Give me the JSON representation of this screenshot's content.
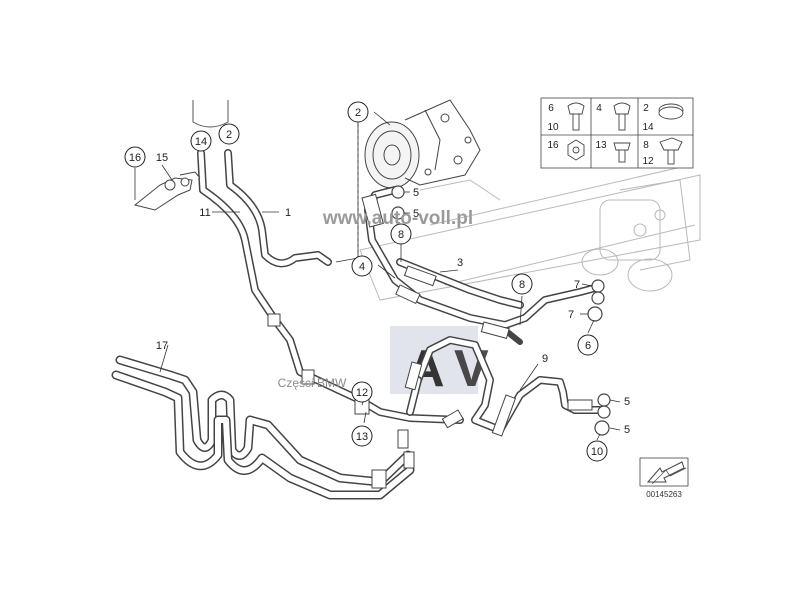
{
  "diagram": {
    "callouts": {
      "c1": "1",
      "c2a": "2",
      "c2b": "2",
      "c3": "3",
      "c4": "4",
      "c5a": "5",
      "c5b": "5",
      "c5c": "5",
      "c5d": "5",
      "c6": "6",
      "c7a": "7",
      "c7b": "7",
      "c8a": "8",
      "c8b": "8",
      "c9": "9",
      "c10": "10",
      "c11": "11",
      "c12": "12",
      "c13": "13",
      "c14": "14",
      "c15": "15",
      "c16": "16",
      "c17": "17"
    },
    "legend": {
      "r1c1a": "6",
      "r1c1b": "10",
      "r1c2": "4",
      "r1c3a": "2",
      "r1c3b": "14",
      "r2c1": "16",
      "r2c2": "13",
      "r2c3a": "8",
      "r2c3b": "12"
    },
    "watermark": "www.auto-voll.pl",
    "watermark_small": "Części BMW",
    "watermark_logo": "AV",
    "document_number": "00145263"
  }
}
